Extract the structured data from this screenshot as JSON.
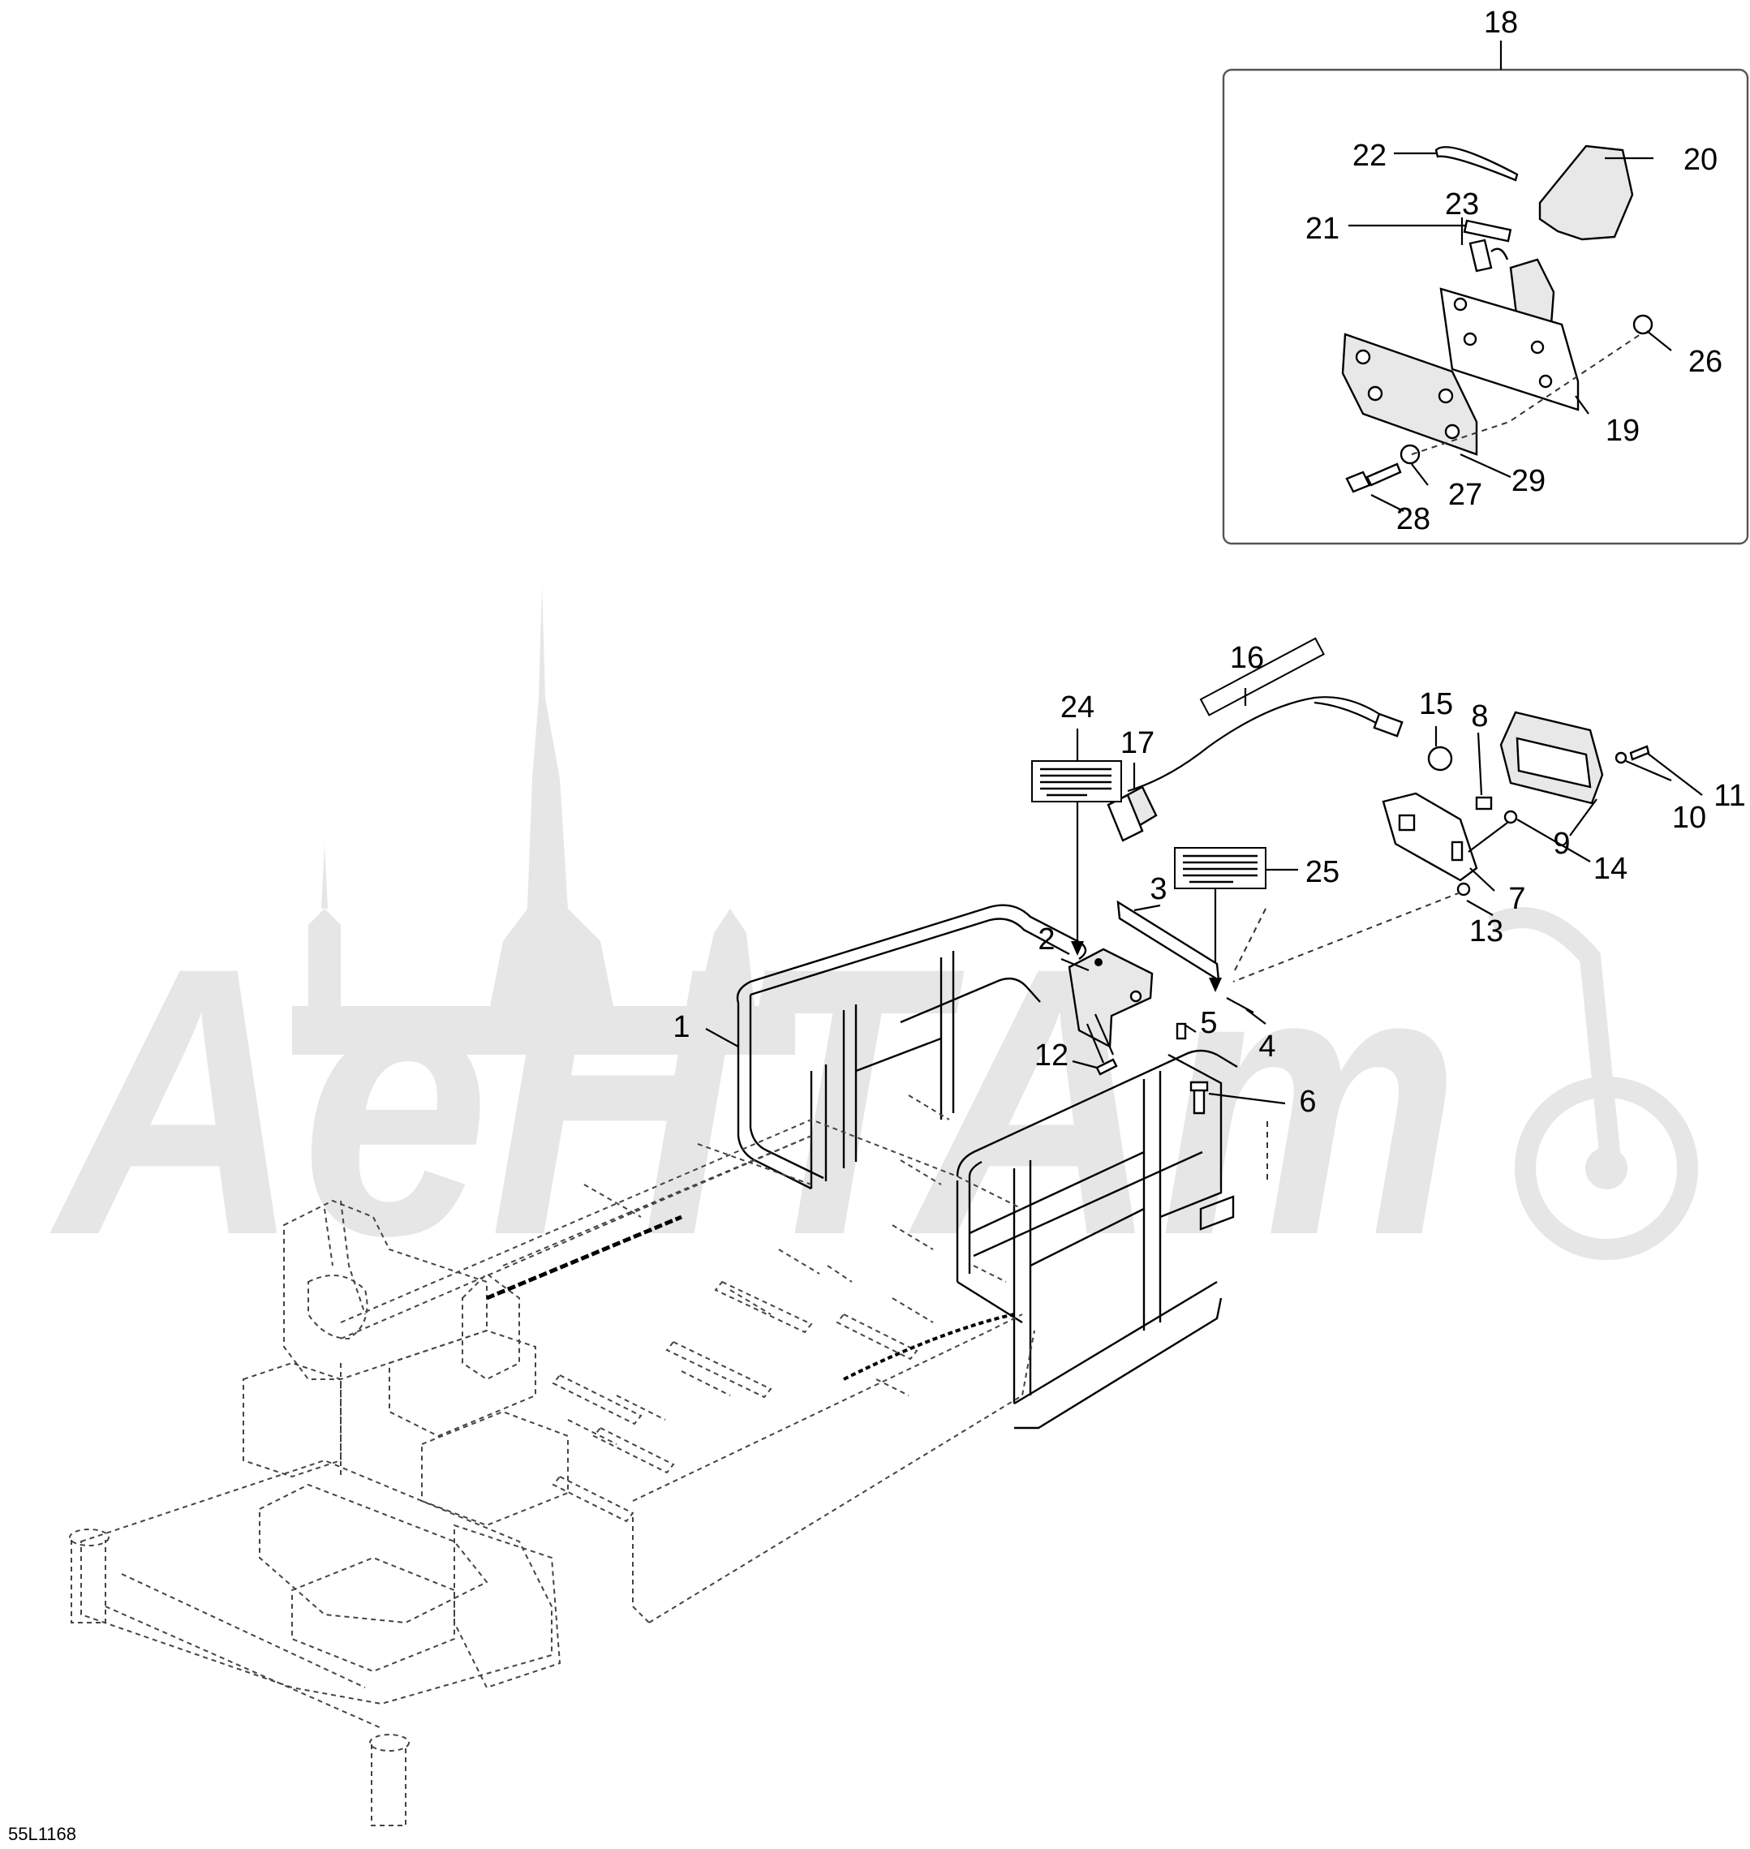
{
  "diagram_code": "55L1168",
  "watermark_text": "AeHTAm",
  "inset_box": {
    "group_callout": "18"
  },
  "callouts": [
    {
      "id": "c1",
      "text": "1"
    },
    {
      "id": "c2",
      "text": "2"
    },
    {
      "id": "c3",
      "text": "3"
    },
    {
      "id": "c4",
      "text": "4"
    },
    {
      "id": "c5",
      "text": "5"
    },
    {
      "id": "c6",
      "text": "6"
    },
    {
      "id": "c7",
      "text": "7"
    },
    {
      "id": "c8",
      "text": "8"
    },
    {
      "id": "c9",
      "text": "9"
    },
    {
      "id": "c10",
      "text": "10"
    },
    {
      "id": "c11",
      "text": "11"
    },
    {
      "id": "c12",
      "text": "12"
    },
    {
      "id": "c13",
      "text": "13"
    },
    {
      "id": "c14",
      "text": "14"
    },
    {
      "id": "c15",
      "text": "15"
    },
    {
      "id": "c16",
      "text": "16"
    },
    {
      "id": "c17",
      "text": "17"
    },
    {
      "id": "c18",
      "text": "18"
    },
    {
      "id": "c19",
      "text": "19"
    },
    {
      "id": "c20",
      "text": "20"
    },
    {
      "id": "c21",
      "text": "21"
    },
    {
      "id": "c22",
      "text": "22"
    },
    {
      "id": "c23",
      "text": "23"
    },
    {
      "id": "c24",
      "text": "24"
    },
    {
      "id": "c25",
      "text": "25"
    },
    {
      "id": "c26",
      "text": "26"
    },
    {
      "id": "c27",
      "text": "27"
    },
    {
      "id": "c28",
      "text": "28"
    },
    {
      "id": "c29",
      "text": "29"
    }
  ],
  "colors": {
    "ink": "#000000",
    "watermark": "#e6e6e6",
    "frame": "#555555",
    "background": "#ffffff"
  }
}
